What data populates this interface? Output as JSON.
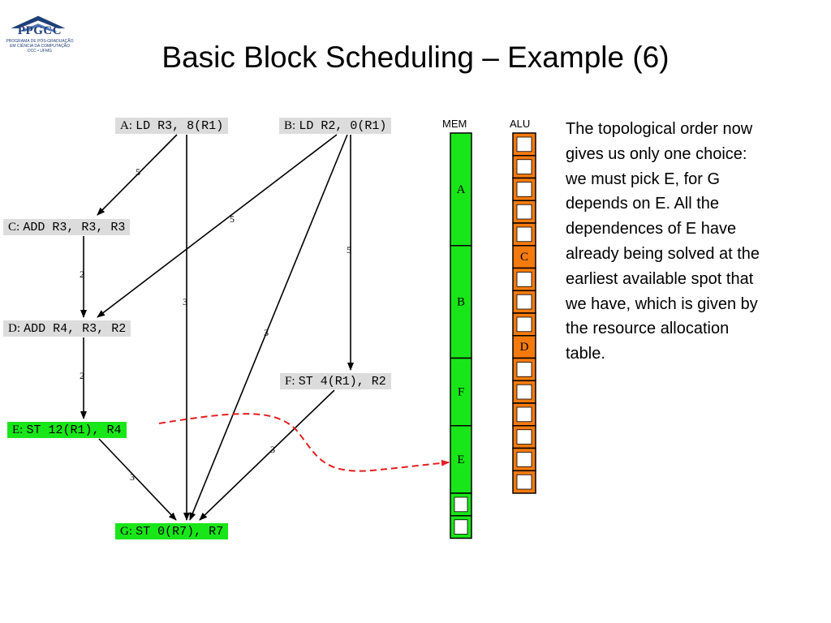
{
  "logo": {
    "text": "PPGCC",
    "sub1": "PROGRAMA DE PÓS-GRADUAÇÃO",
    "sub2": "EM CIÊNCIA DA COMPUTAÇÃO",
    "sub3": "DCC • UFMG"
  },
  "title": "Basic Block Scheduling – Example (6)",
  "nodes": {
    "A": {
      "label": "A:",
      "instr": "LD R3, 8(R1)"
    },
    "B": {
      "label": "B:",
      "instr": "LD R2, 0(R1)"
    },
    "C": {
      "label": "C:",
      "instr": "ADD R3, R3, R3"
    },
    "D": {
      "label": "D:",
      "instr": "ADD R4, R3, R2"
    },
    "E": {
      "label": "E:",
      "instr": "ST 12(R1), R4"
    },
    "F": {
      "label": "F:",
      "instr": "ST 4(R1), R2"
    },
    "G": {
      "label": "G:",
      "instr": "ST 0(R7), R7"
    }
  },
  "edges": [
    {
      "from": "A",
      "to": "C",
      "weight": "5"
    },
    {
      "from": "A",
      "to": "G",
      "weight": "3"
    },
    {
      "from": "B",
      "to": "D",
      "weight": "5"
    },
    {
      "from": "B",
      "to": "F",
      "weight": "5"
    },
    {
      "from": "B",
      "to": "G",
      "weight": "3"
    },
    {
      "from": "C",
      "to": "D",
      "weight": "2"
    },
    {
      "from": "D",
      "to": "E",
      "weight": "2"
    },
    {
      "from": "E",
      "to": "G",
      "weight": "3"
    },
    {
      "from": "F",
      "to": "G",
      "weight": "3"
    }
  ],
  "table": {
    "mem_label": "MEM",
    "alu_label": "ALU",
    "mem_blocks": [
      {
        "label": "A",
        "slots": 5
      },
      {
        "label": "B",
        "slots": 5
      },
      {
        "label": "F",
        "slots": 3
      },
      {
        "label": "E",
        "slots": 3
      }
    ],
    "mem_free_slots": 2,
    "alu_slots": [
      "",
      "",
      "",
      "",
      "",
      "C",
      "",
      "",
      "",
      "D",
      "",
      "",
      "",
      "",
      "",
      ""
    ],
    "colors": {
      "mem_fill": "#19e619",
      "alu_fill": "#f57a0e",
      "node_fill": "#dcdcdc",
      "highlight_fill": "#19e619",
      "dashed_arrow": "#e41e1e"
    }
  },
  "explanation": "The topological order now gives us only one choice: we must pick E, for G depends on E. All the dependences of E have already being solved at the earliest available spot that we have, which is given by the resource allocation table."
}
